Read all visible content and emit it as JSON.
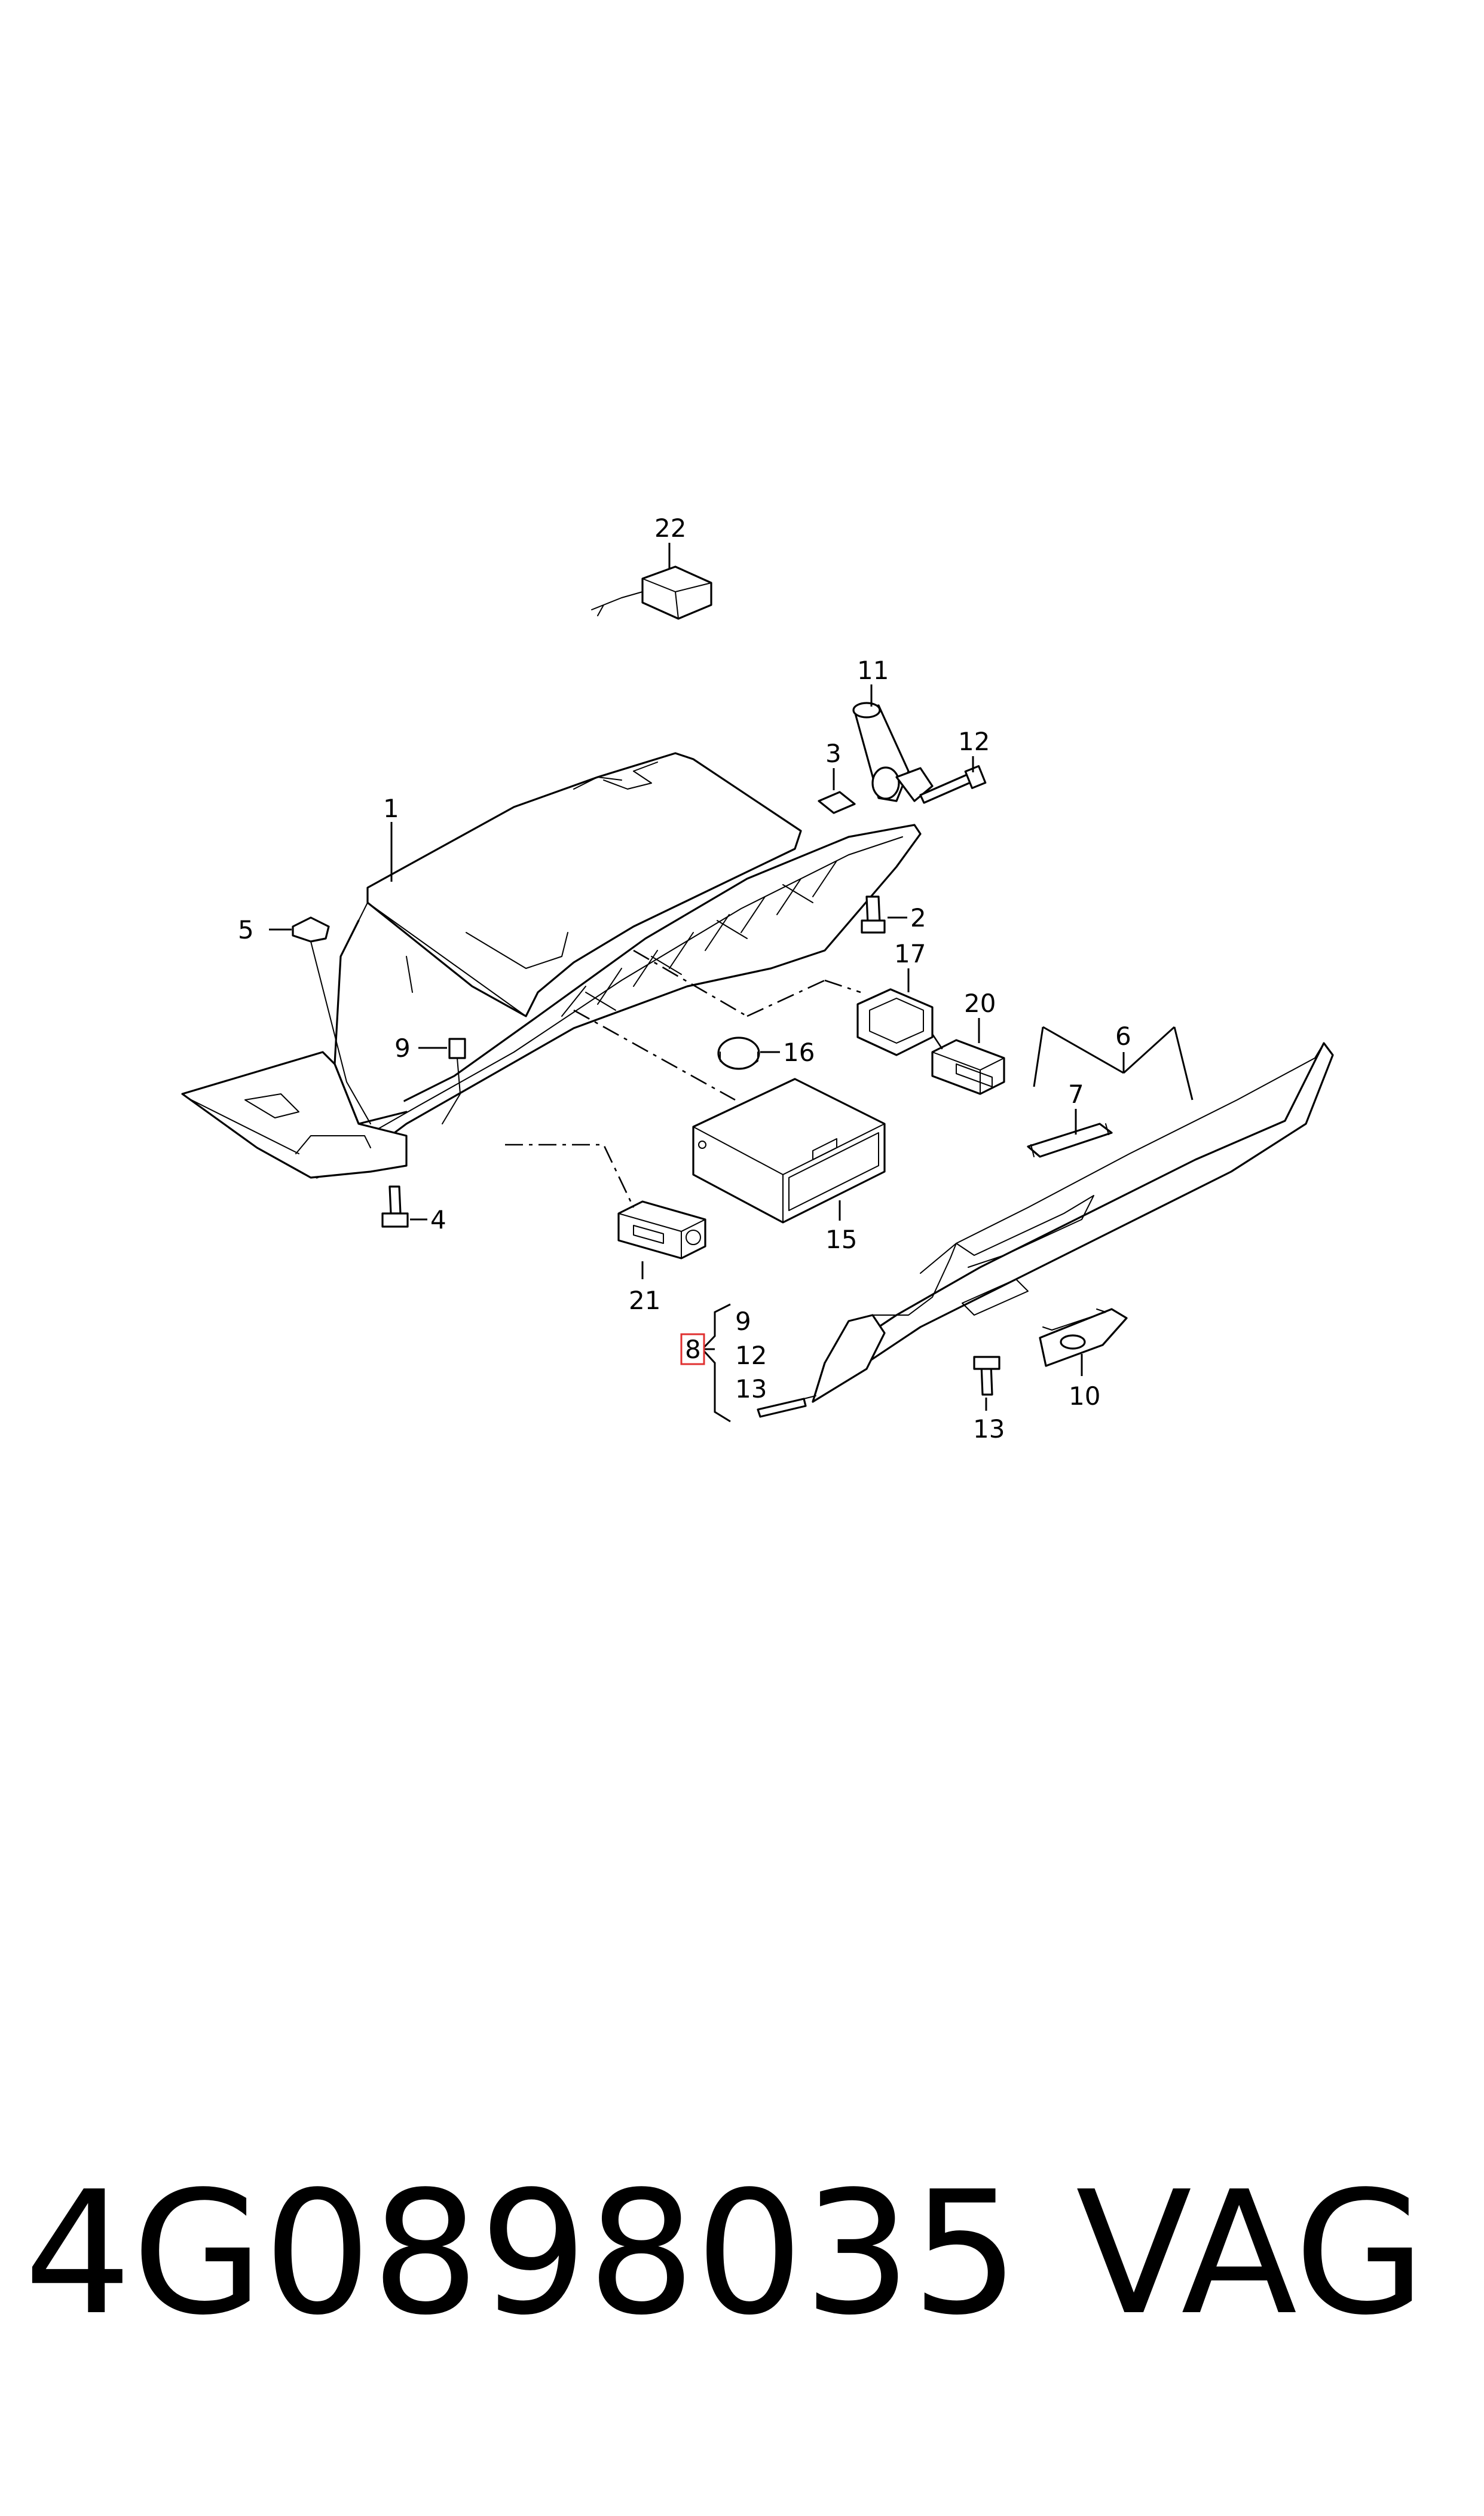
{
  "callouts": {
    "c1": "1",
    "c2": "2",
    "c3": "3",
    "c4": "4",
    "c5": "5",
    "c6": "6",
    "c7": "7",
    "c8": "8",
    "c9a": "9",
    "c9b": "9",
    "c10": "10",
    "c11": "11",
    "c12a": "12",
    "c12b": "12",
    "c13a": "13",
    "c13b": "13",
    "c15": "15",
    "c16": "16",
    "c17": "17",
    "c20": "20",
    "c21": "21",
    "c22": "22"
  },
  "footer": {
    "part_number": "4G0898035",
    "brand": "VAG"
  },
  "colors": {
    "ink": "#000000",
    "highlight_box": "#e03030",
    "background": "#ffffff"
  }
}
